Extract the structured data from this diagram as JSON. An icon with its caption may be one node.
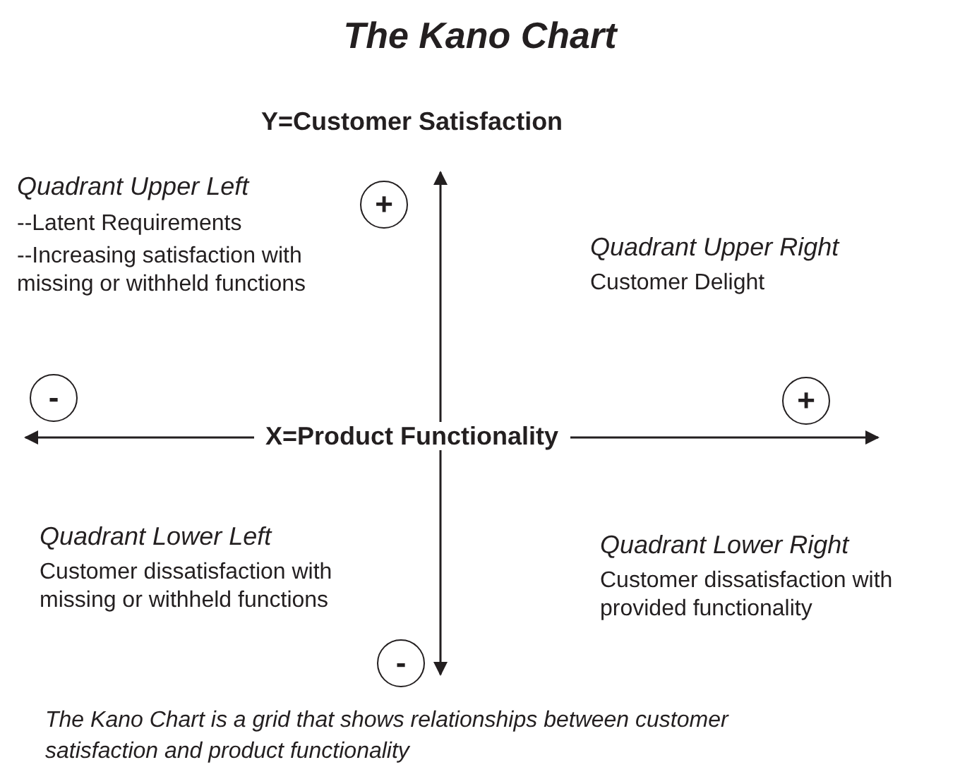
{
  "diagram": {
    "title": "The Kano Chart",
    "caption": "The Kano Chart is a grid that shows relationships between customer satisfaction and product functionality",
    "nodes": [
      {
        "text": [
          "+"
        ]
      },
      {
        "text": [
          "-"
        ]
      },
      {
        "text": [
          "+"
        ]
      },
      {
        "text": [
          "-"
        ]
      }
    ],
    "labels": [
      "Y=Customer Satisfaction",
      "Quadrant Upper Left",
      "--Latent Requirements",
      "--Increasing satisfaction with missing or withheld functions",
      "Quadrant Upper Right",
      "Customer Delight",
      "X=Product Functionality",
      "Quadrant Lower Left",
      "Customer dissatisfaction with missing or withheld functions",
      "Quadrant Lower Right",
      "Customer dissatisfaction with provided functionality"
    ]
  }
}
